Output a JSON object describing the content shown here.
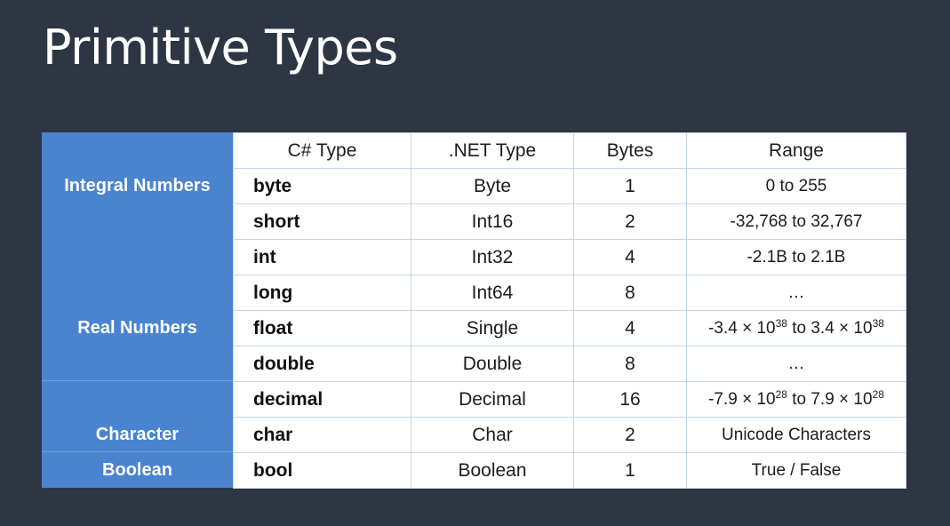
{
  "title": "Primitive Types",
  "headers": {
    "csharp": "C# Type",
    "dotnet": ".NET Type",
    "bytes": "Bytes",
    "range": "Range"
  },
  "categories": {
    "integral": "Integral Numbers",
    "real": "Real Numbers",
    "character": "Character",
    "boolean": "Boolean"
  },
  "rows": [
    {
      "csharp": "byte",
      "dotnet": "Byte",
      "bytes": "1",
      "range": "0 to 255"
    },
    {
      "csharp": "short",
      "dotnet": "Int16",
      "bytes": "2",
      "range": "-32,768 to 32,767"
    },
    {
      "csharp": "int",
      "dotnet": "Int32",
      "bytes": "4",
      "range": "-2.1B to 2.1B"
    },
    {
      "csharp": "long",
      "dotnet": "Int64",
      "bytes": "8",
      "range": "…"
    },
    {
      "csharp": "float",
      "dotnet": "Single",
      "bytes": "4",
      "range_neg_base": "-3.4 × 10",
      "range_neg_exp": "38",
      "range_sep": " to ",
      "range_pos_base": "3.4 × 10",
      "range_pos_exp": "38"
    },
    {
      "csharp": "double",
      "dotnet": "Double",
      "bytes": "8",
      "range": "…"
    },
    {
      "csharp": "decimal",
      "dotnet": "Decimal",
      "bytes": "16",
      "range_neg_base": "-7.9 × 10",
      "range_neg_exp": "28",
      "range_sep": " to ",
      "range_pos_base": "7.9 × 10",
      "range_pos_exp": "28"
    },
    {
      "csharp": "char",
      "dotnet": "Char",
      "bytes": "2",
      "range": "Unicode Characters"
    },
    {
      "csharp": "bool",
      "dotnet": "Boolean",
      "bytes": "1",
      "range": "True / False"
    }
  ],
  "colors": {
    "background": "#2e3643",
    "category_column": "#4a84cf",
    "grid_lines": "#c5d6ea"
  }
}
